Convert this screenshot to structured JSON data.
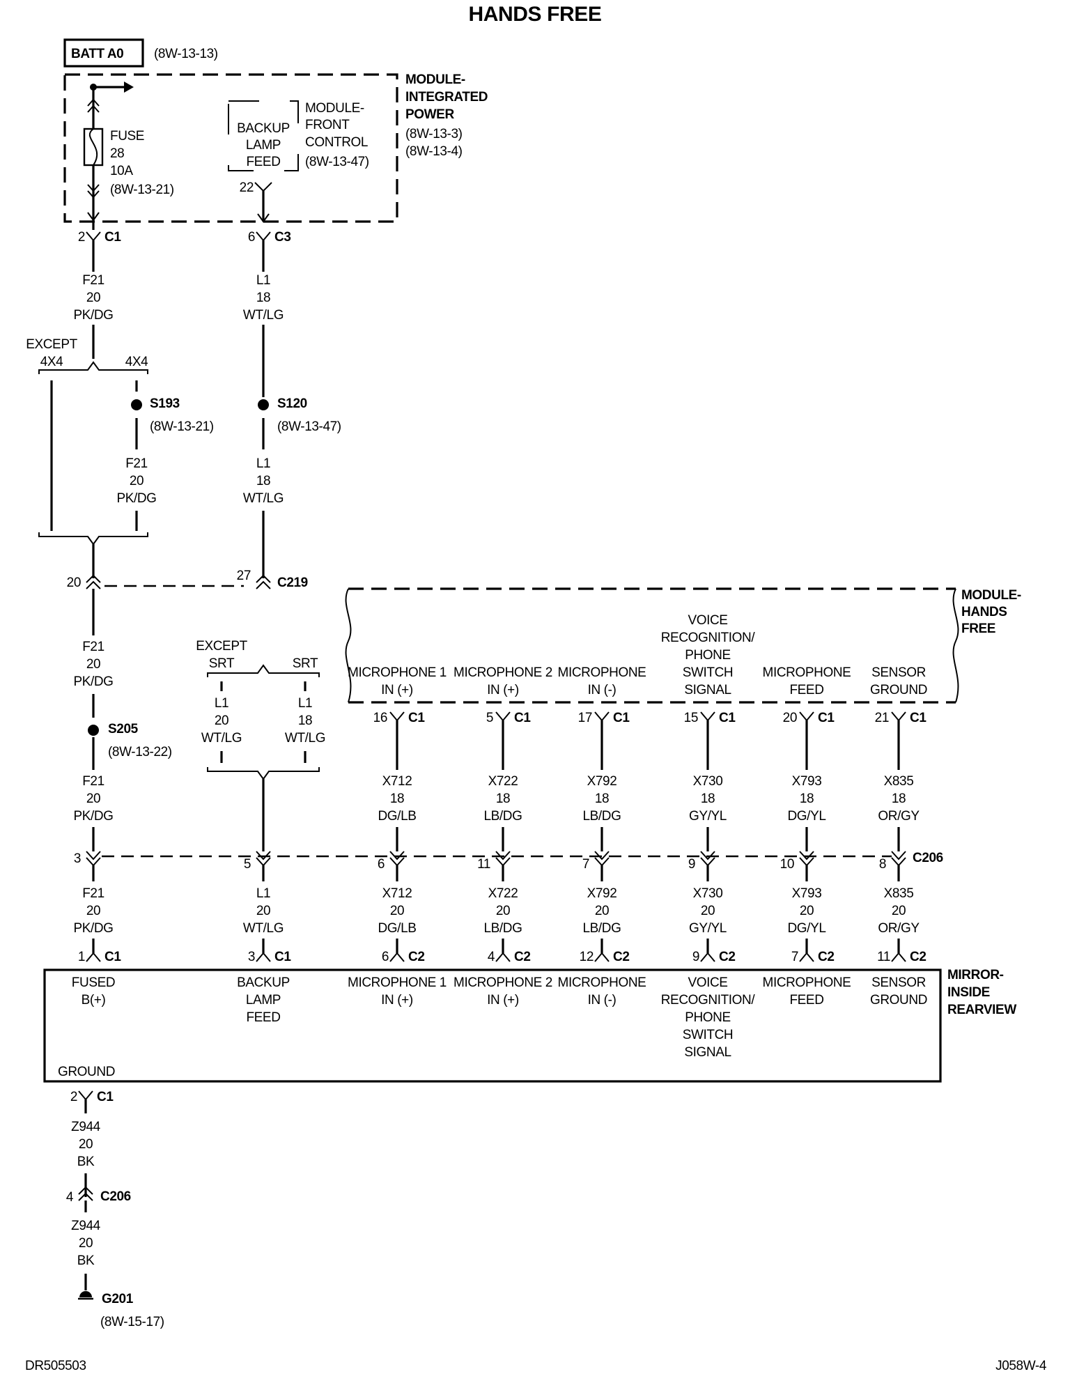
{
  "title": "HANDS FREE",
  "footer": {
    "left": "DR505503",
    "right": "J058W-4"
  },
  "batt": {
    "label": "BATT A0",
    "ref": "(8W-13-13)"
  },
  "ipm": {
    "label_lines": [
      "MODULE-",
      "INTEGRATED",
      "POWER"
    ],
    "refs": [
      "(8W-13-3)",
      "(8W-13-4)"
    ],
    "fuse": {
      "lines": [
        "FUSE",
        "28",
        "10A",
        "(8W-13-21)"
      ]
    },
    "backup_lamp_feed": [
      "BACKUP",
      "LAMP",
      "FEED"
    ],
    "front_control": [
      "MODULE-",
      "FRONT",
      "CONTROL",
      "(8W-13-47)"
    ],
    "pin_22": "22"
  },
  "conn_c1_top": {
    "pin": "2",
    "name": "C1"
  },
  "conn_c3_top": {
    "pin": "6",
    "name": "C3"
  },
  "wire_f21_a": [
    "F21",
    "20",
    "PK/DG"
  ],
  "wire_l1_a": [
    "L1",
    "18",
    "WT/LG"
  ],
  "except_4x4": [
    "EXCEPT",
    "4X4"
  ],
  "label_4x4": "4X4",
  "splice_s193": {
    "name": "S193",
    "ref": "(8W-13-21)"
  },
  "splice_s120": {
    "name": "S120",
    "ref": "(8W-13-47)"
  },
  "wire_f21_b": [
    "F21",
    "20",
    "PK/DG"
  ],
  "wire_l1_b": [
    "L1",
    "18",
    "WT/LG"
  ],
  "c219": {
    "name": "C219",
    "pin_left": "20",
    "pin_right": "27"
  },
  "hands_free_module": {
    "label_lines": [
      "MODULE-",
      "HANDS",
      "FREE"
    ],
    "columns": [
      {
        "label": [
          "MICROPHONE 1",
          "IN (+)"
        ],
        "pin": "16",
        "conn": "C1"
      },
      {
        "label": [
          "MICROPHONE 2",
          "IN (+)"
        ],
        "pin": "5",
        "conn": "C1"
      },
      {
        "label": [
          "MICROPHONE",
          "IN (-)"
        ],
        "pin": "17",
        "conn": "C1"
      },
      {
        "label": [
          "VOICE",
          "RECOGNITION/",
          "PHONE",
          "SWITCH",
          "SIGNAL"
        ],
        "pin": "15",
        "conn": "C1"
      },
      {
        "label": [
          "MICROPHONE",
          "FEED"
        ],
        "pin": "20",
        "conn": "C1"
      },
      {
        "label": [
          "SENSOR",
          "GROUND"
        ],
        "pin": "21",
        "conn": "C1"
      }
    ]
  },
  "wire_f21_c": [
    "F21",
    "20",
    "PK/DG"
  ],
  "splice_s205": {
    "name": "S205",
    "ref": "(8W-13-22)"
  },
  "wire_f21_d": [
    "F21",
    "20",
    "PK/DG"
  ],
  "srt": {
    "except": [
      "EXCEPT",
      "SRT"
    ],
    "srt": "SRT",
    "left_wire": [
      "L1",
      "20",
      "WT/LG"
    ],
    "right_wire": [
      "L1",
      "18",
      "WT/LG"
    ]
  },
  "upper_wires": [
    [
      "X712",
      "18",
      "DG/LB"
    ],
    [
      "X722",
      "18",
      "LB/DG"
    ],
    [
      "X792",
      "18",
      "LB/DG"
    ],
    [
      "X730",
      "18",
      "GY/YL"
    ],
    [
      "X793",
      "18",
      "DG/YL"
    ],
    [
      "X835",
      "18",
      "OR/GY"
    ]
  ],
  "c206_row": {
    "name": "C206",
    "pins": [
      "3",
      "5",
      "6",
      "11",
      "7",
      "9",
      "10",
      "8"
    ]
  },
  "lower_wires": [
    [
      "F21",
      "20",
      "PK/DG"
    ],
    [
      "L1",
      "20",
      "WT/LG"
    ],
    [
      "X712",
      "20",
      "DG/LB"
    ],
    [
      "X722",
      "20",
      "LB/DG"
    ],
    [
      "X792",
      "20",
      "LB/DG"
    ],
    [
      "X730",
      "20",
      "GY/YL"
    ],
    [
      "X793",
      "20",
      "DG/YL"
    ],
    [
      "X835",
      "20",
      "OR/GY"
    ]
  ],
  "mirror_pins": [
    {
      "pin": "1",
      "conn": "C1"
    },
    {
      "pin": "3",
      "conn": "C1"
    },
    {
      "pin": "6",
      "conn": "C2"
    },
    {
      "pin": "4",
      "conn": "C2"
    },
    {
      "pin": "12",
      "conn": "C2"
    },
    {
      "pin": "9",
      "conn": "C2"
    },
    {
      "pin": "7",
      "conn": "C2"
    },
    {
      "pin": "11",
      "conn": "C2"
    }
  ],
  "mirror": {
    "label_lines": [
      "MIRROR-",
      "INSIDE",
      "REARVIEW"
    ],
    "columns": [
      [
        "FUSED",
        "B(+)"
      ],
      [
        "BACKUP",
        "LAMP",
        "FEED"
      ],
      [
        "MICROPHONE 1",
        "IN (+)"
      ],
      [
        "MICROPHONE 2",
        "IN (+)"
      ],
      [
        "MICROPHONE",
        "IN (-)"
      ],
      [
        "VOICE",
        "RECOGNITION/",
        "PHONE",
        "SWITCH",
        "SIGNAL"
      ],
      [
        "MICROPHONE",
        "FEED"
      ],
      [
        "SENSOR",
        "GROUND"
      ]
    ],
    "ground": "GROUND"
  },
  "ground_path": {
    "c1": {
      "pin": "2",
      "name": "C1"
    },
    "wire_a": [
      "Z944",
      "20",
      "BK"
    ],
    "c206": {
      "pin": "4",
      "name": "C206"
    },
    "wire_b": [
      "Z944",
      "20",
      "BK"
    ],
    "g201": {
      "name": "G201",
      "ref": "(8W-15-17)"
    }
  }
}
